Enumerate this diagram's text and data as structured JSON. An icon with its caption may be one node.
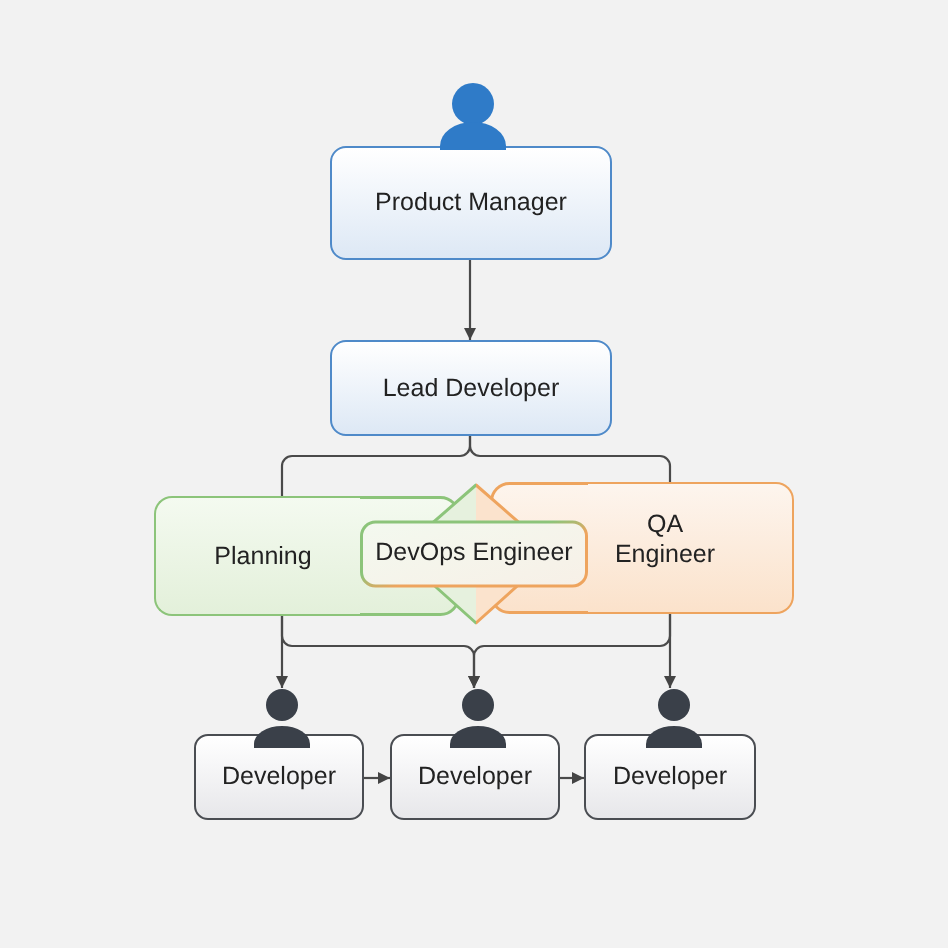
{
  "diagram": {
    "nodes": [
      {
        "text": [
          "Product Manager"
        ]
      },
      {
        "text": [
          "Lead Developer"
        ]
      },
      {
        "text": [
          "Planning"
        ]
      },
      {
        "text": [
          "DevOps Engineer"
        ]
      },
      {
        "text": [
          "QA Engineer"
        ]
      },
      {
        "text": [
          "Developer"
        ]
      },
      {
        "text": [
          "Developer"
        ]
      },
      {
        "text": [
          "Developer"
        ]
      }
    ],
    "edges": [
      {
        "from": 0,
        "to": 1,
        "arrow": "to"
      },
      {
        "from": 1,
        "to": 2,
        "arrow": "none"
      },
      {
        "from": 1,
        "to": 4,
        "arrow": "none"
      },
      {
        "from": 2,
        "to": 5,
        "arrow": "to"
      },
      {
        "from": 2,
        "to": 6,
        "arrow": "to"
      },
      {
        "from": 4,
        "to": 6,
        "arrow": "to"
      },
      {
        "from": 4,
        "to": 7,
        "arrow": "to"
      },
      {
        "from": 5,
        "to": 6,
        "arrow": "to"
      },
      {
        "from": 6,
        "to": 7,
        "arrow": "to"
      }
    ]
  }
}
